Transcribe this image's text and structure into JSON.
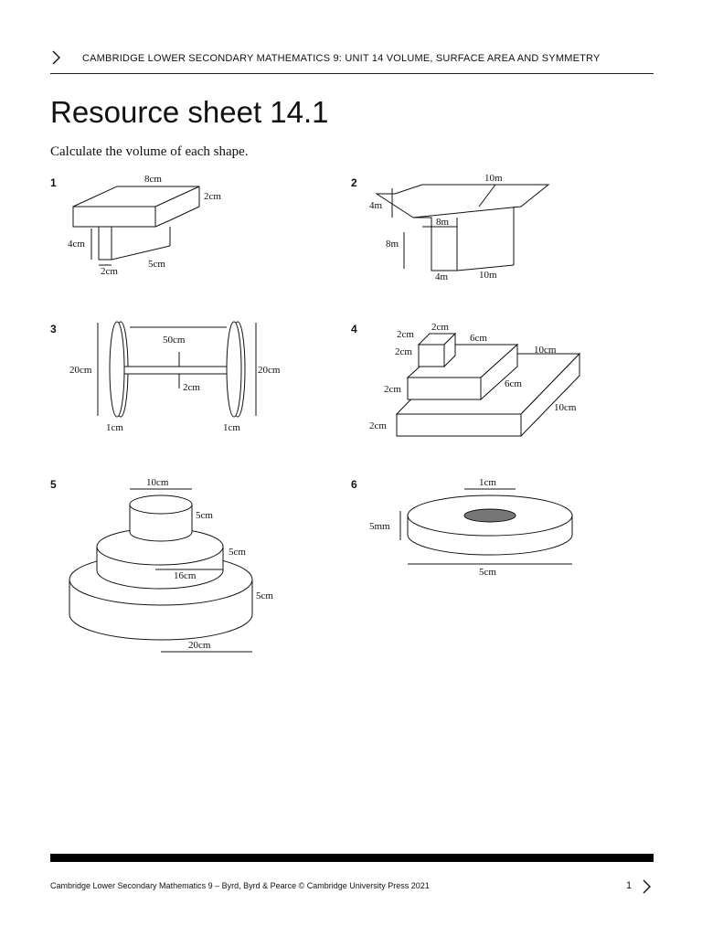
{
  "header": {
    "title": "CAMBRIDGE LOWER SECONDARY MATHEMATICS 9: UNIT 14 VOLUME, SURFACE AREA AND SYMMETRY"
  },
  "page_title": "Resource sheet 14.1",
  "instruction": "Calculate the volume of each shape.",
  "questions": [
    {
      "number": "1",
      "labels": [
        "8cm",
        "2cm",
        "4cm",
        "2cm",
        "5cm"
      ]
    },
    {
      "number": "2",
      "labels": [
        "10m",
        "4m",
        "8m",
        "8m",
        "4m",
        "10m"
      ]
    },
    {
      "number": "3",
      "labels": [
        "50cm",
        "20cm",
        "20cm",
        "2cm",
        "1cm",
        "1cm"
      ]
    },
    {
      "number": "4",
      "labels": [
        "2cm",
        "2cm",
        "2cm",
        "6cm",
        "10cm",
        "2cm",
        "6cm",
        "10cm",
        "2cm"
      ]
    },
    {
      "number": "5",
      "labels": [
        "10cm",
        "5cm",
        "5cm",
        "16cm",
        "5cm",
        "20cm"
      ]
    },
    {
      "number": "6",
      "labels": [
        "1cm",
        "5mm",
        "5cm"
      ]
    }
  ],
  "footer": {
    "text": "Cambridge Lower Secondary Mathematics 9 – Byrd, Byrd & Pearce © Cambridge University Press 2021",
    "page": "1"
  }
}
